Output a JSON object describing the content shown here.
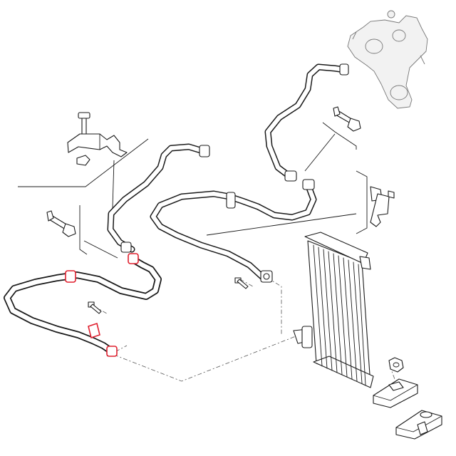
{
  "diagram": {
    "highlight_color": "#e0202f",
    "line_color": "#1a1a1a",
    "background_color": "#ffffff",
    "parts": [
      "oil-cooler-hose-highlighted",
      "oil-cooler-radiator",
      "upper-hose-left",
      "upper-hose-right",
      "long-oil-pipe",
      "mounting-bracket-top-left",
      "mounting-bracket-right",
      "engine-oil-pump-housing",
      "bolt",
      "nut",
      "rubber-mount"
    ]
  }
}
